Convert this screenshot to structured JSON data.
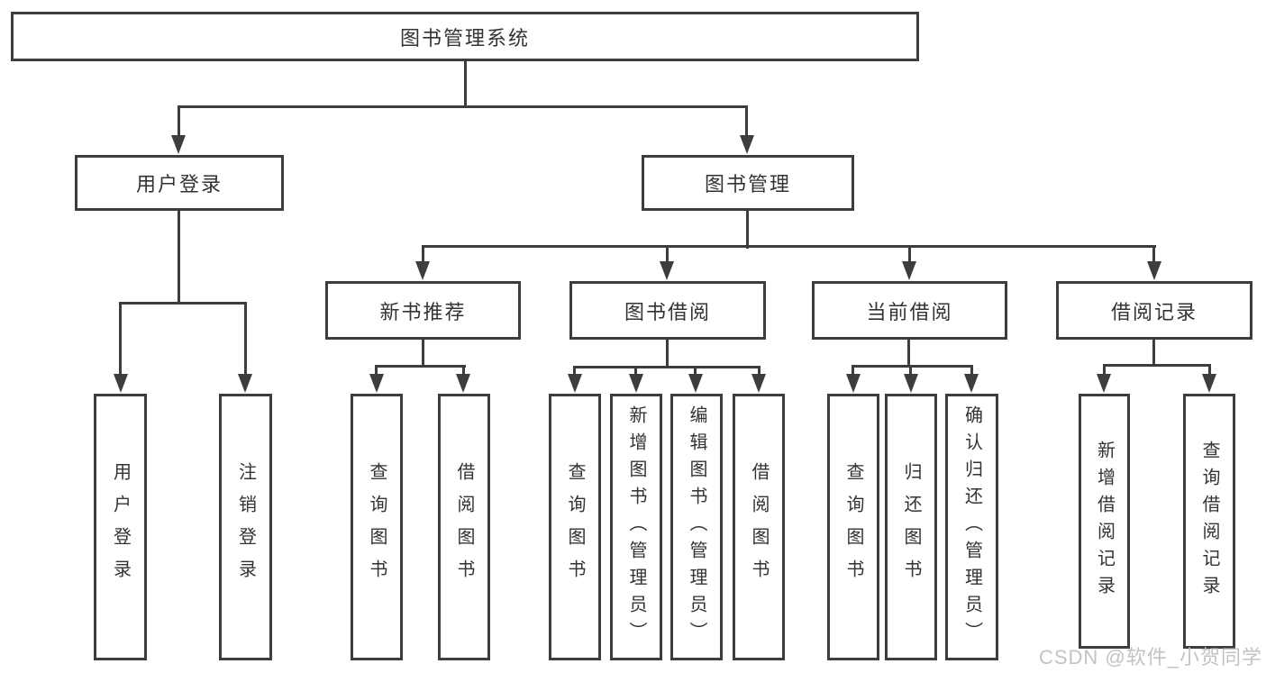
{
  "diagram": {
    "root": {
      "label": "图书管理系统"
    },
    "level2": [
      {
        "label": "用户登录"
      },
      {
        "label": "图书管理"
      }
    ],
    "level3": [
      {
        "label": "新书推荐"
      },
      {
        "label": "图书借阅"
      },
      {
        "label": "当前借阅"
      },
      {
        "label": "借阅记录"
      }
    ],
    "leaves": {
      "user_login": [
        "用户登录",
        "注销登录"
      ],
      "new_book": [
        "查询图书",
        "借阅图书"
      ],
      "book_borrow": [
        "查询图书",
        "新增图书（管理员）",
        "编辑图书（管理员）",
        "借阅图书"
      ],
      "current_borrow": [
        "查询图书",
        "归还图书",
        "确认归还（管理员）"
      ],
      "borrow_record": [
        "新增借阅记录",
        "查询借阅记录"
      ]
    }
  },
  "watermark": "CSDN @软件_小贺同学",
  "colors": {
    "line": "#3d3d3d",
    "text": "#333333",
    "watermark": "#c2c2c7",
    "background": "#ffffff"
  }
}
